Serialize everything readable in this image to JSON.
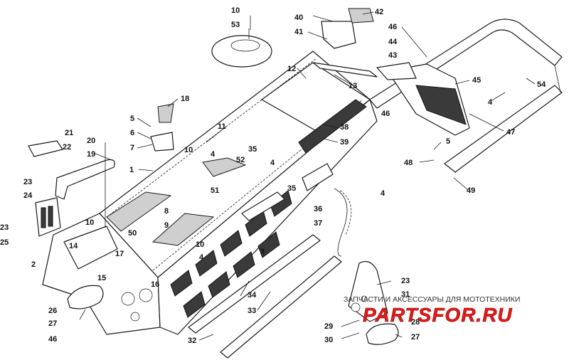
{
  "diagram": {
    "callouts": [
      "10",
      "53",
      "40",
      "41",
      "42",
      "46",
      "44",
      "43",
      "45",
      "54",
      "12",
      "13",
      "18",
      "5",
      "6",
      "7",
      "11",
      "21",
      "22",
      "19",
      "20",
      "1",
      "10",
      "4",
      "52",
      "51",
      "38",
      "39",
      "35",
      "4",
      "23",
      "24",
      "8",
      "9",
      "50",
      "23",
      "25",
      "10",
      "14",
      "2",
      "17",
      "15",
      "16",
      "10",
      "4",
      "3",
      "35",
      "36",
      "4",
      "37",
      "5",
      "48",
      "49",
      "47",
      "4",
      "46",
      "34",
      "33",
      "32",
      "26",
      "27",
      "46",
      "23",
      "31",
      "29",
      "30",
      "28",
      "27"
    ]
  },
  "watermark": {
    "caption": "ЗАПЧАСТИ И АКСЕССУАРЫ ДЛЯ МОТОТЕХНИКИ",
    "brand": "PARTSFOR.RU"
  },
  "colors": {
    "line": "#1a1a1a",
    "brand_red": "#e31b1b",
    "background": "#ffffff"
  }
}
